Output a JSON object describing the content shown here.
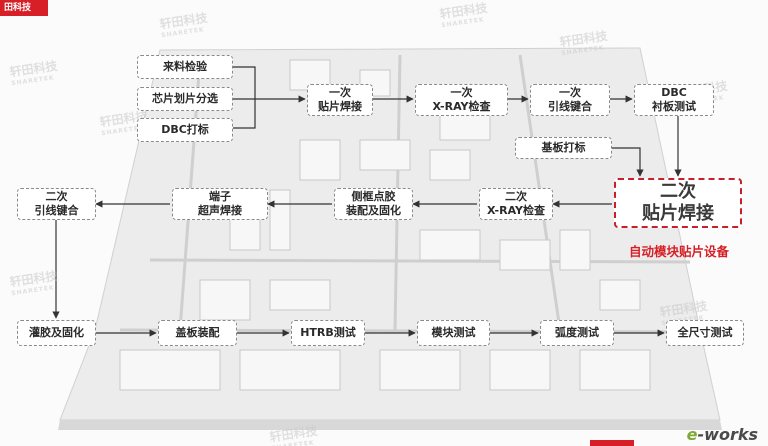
{
  "badge_text": "田科技",
  "watermark_text": "轩田科技",
  "watermark_sub": "SHARETEK",
  "source_logo": "e-works",
  "highlight_subtitle": "自动模块贴片设备",
  "colors": {
    "accent_red": "#d61f26",
    "box_border": "#8a8a8a",
    "arrow": "#333333"
  },
  "process": {
    "incoming_inspection": "来料检验",
    "chip_dicing_sorting": "芯片划片分选",
    "dbc_marking": "DBC打标",
    "first_die_bonding": "一次\n贴片焊接",
    "first_xray": "一次\nX-RAY检查",
    "first_wire_bonding": "一次\n引线键合",
    "dbc_substrate_test": "DBC\n衬板测试",
    "baseplate_marking": "基板打标",
    "second_die_bonding": "二次\n贴片焊接",
    "second_xray": "二次\nX-RAY检查",
    "frame_dispensing": "侧框点胶\n装配及固化",
    "terminal_ultrasonic": "端子\n超声焊接",
    "second_wire_bonding": "二次\n引线键合",
    "potting_curing": "灌胶及固化",
    "cover_assembly": "盖板装配",
    "htrb_test": "HTRB测试",
    "module_test": "模块测试",
    "curvature_test": "弧度测试",
    "full_dimension_test": "全尺寸测试"
  }
}
